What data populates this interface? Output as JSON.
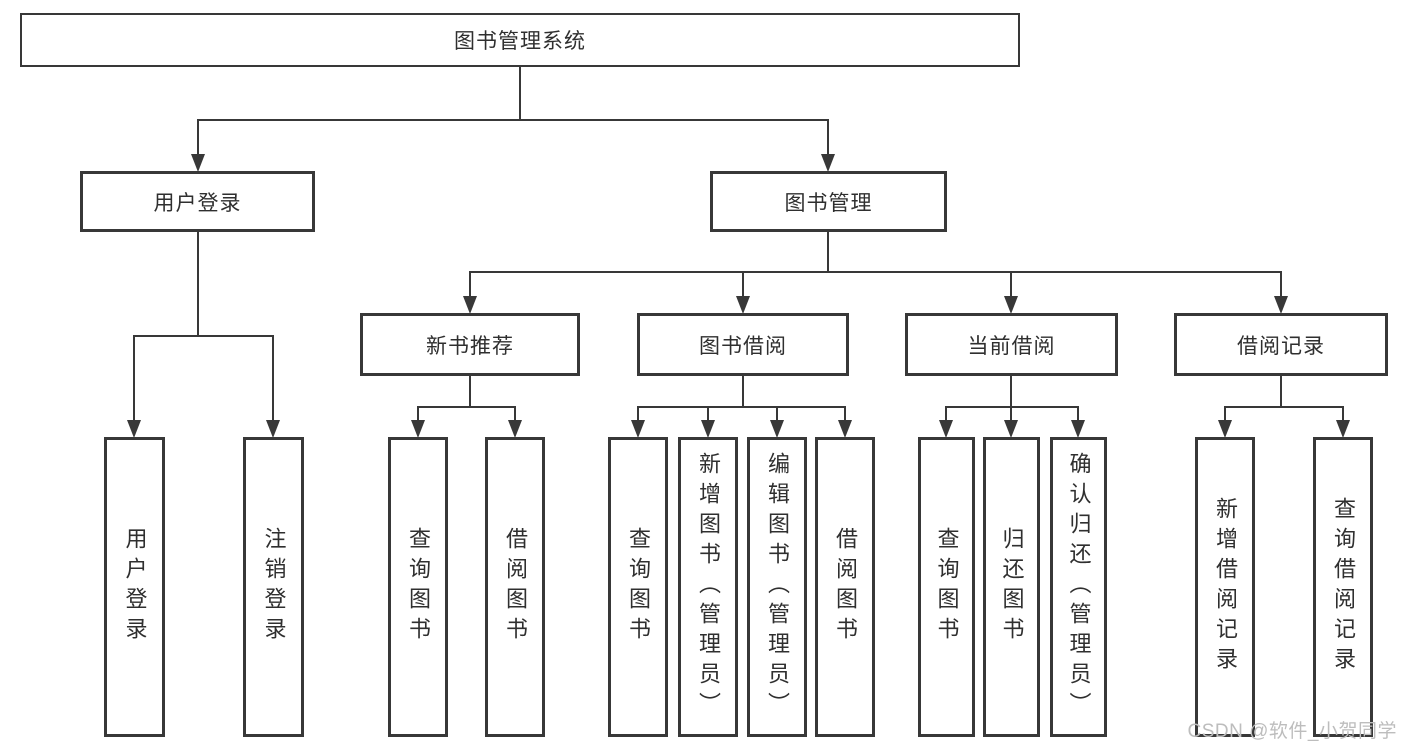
{
  "diagram_title": "图书管理系统",
  "tree": {
    "label": "图书管理系统",
    "children": [
      {
        "label": "用户登录",
        "children": [
          {
            "label": "用户登录"
          },
          {
            "label": "注销登录"
          }
        ]
      },
      {
        "label": "图书管理",
        "children": [
          {
            "label": "新书推荐",
            "children": [
              {
                "label": "查询图书"
              },
              {
                "label": "借阅图书"
              }
            ]
          },
          {
            "label": "图书借阅",
            "children": [
              {
                "label": "查询图书"
              },
              {
                "label": "新增图书（管理员）"
              },
              {
                "label": "编辑图书（管理员）"
              },
              {
                "label": "借阅图书"
              }
            ]
          },
          {
            "label": "当前借阅",
            "children": [
              {
                "label": "查询图书"
              },
              {
                "label": "归还图书"
              },
              {
                "label": "确认归还（管理员）"
              }
            ]
          },
          {
            "label": "借阅记录",
            "children": [
              {
                "label": "新增借阅记录"
              },
              {
                "label": "查询借阅记录"
              }
            ]
          }
        ]
      }
    ]
  },
  "watermark": "CSDN @软件_小贺同学",
  "colors": {
    "line": "#383838",
    "text": "#2f2f2f",
    "watermark": "#bdbdbd",
    "background": "#ffffff"
  }
}
